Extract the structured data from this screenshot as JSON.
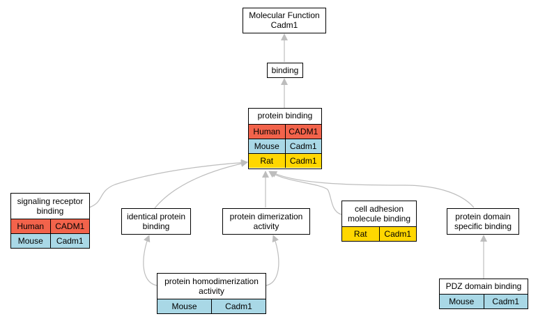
{
  "colors": {
    "human": "#f2634b",
    "mouse": "#a9d8e6",
    "rat": "#ffd700",
    "edge": "#bdbdbd"
  },
  "nodes": {
    "molecular_function": {
      "title": [
        "Molecular Function",
        "Cadm1"
      ]
    },
    "binding": {
      "title": [
        "binding"
      ]
    },
    "protein_binding": {
      "title": [
        "protein binding"
      ],
      "rows": [
        {
          "species": "Human",
          "gene": "CADM1"
        },
        {
          "species": "Mouse",
          "gene": "Cadm1"
        },
        {
          "species": "Rat",
          "gene": "Cadm1"
        }
      ]
    },
    "signaling_receptor_binding": {
      "title": [
        "signaling receptor",
        "binding"
      ],
      "rows": [
        {
          "species": "Human",
          "gene": "CADM1"
        },
        {
          "species": "Mouse",
          "gene": "Cadm1"
        }
      ]
    },
    "identical_protein_binding": {
      "title": [
        "identical protein",
        "binding"
      ]
    },
    "protein_dimerization_activity": {
      "title": [
        "protein dimerization",
        "activity"
      ]
    },
    "cell_adhesion_molecule_binding": {
      "title": [
        "cell adhesion",
        "molecule binding"
      ],
      "rows": [
        {
          "species": "Rat",
          "gene": "Cadm1"
        }
      ]
    },
    "protein_domain_specific_binding": {
      "title": [
        "protein domain",
        "specific binding"
      ]
    },
    "protein_homodimerization_activity": {
      "title": [
        "protein homodimerization",
        "activity"
      ],
      "rows": [
        {
          "species": "Mouse",
          "gene": "Cadm1"
        }
      ]
    },
    "pdz_domain_binding": {
      "title": [
        "PDZ domain binding"
      ],
      "rows": [
        {
          "species": "Mouse",
          "gene": "Cadm1"
        }
      ]
    }
  }
}
